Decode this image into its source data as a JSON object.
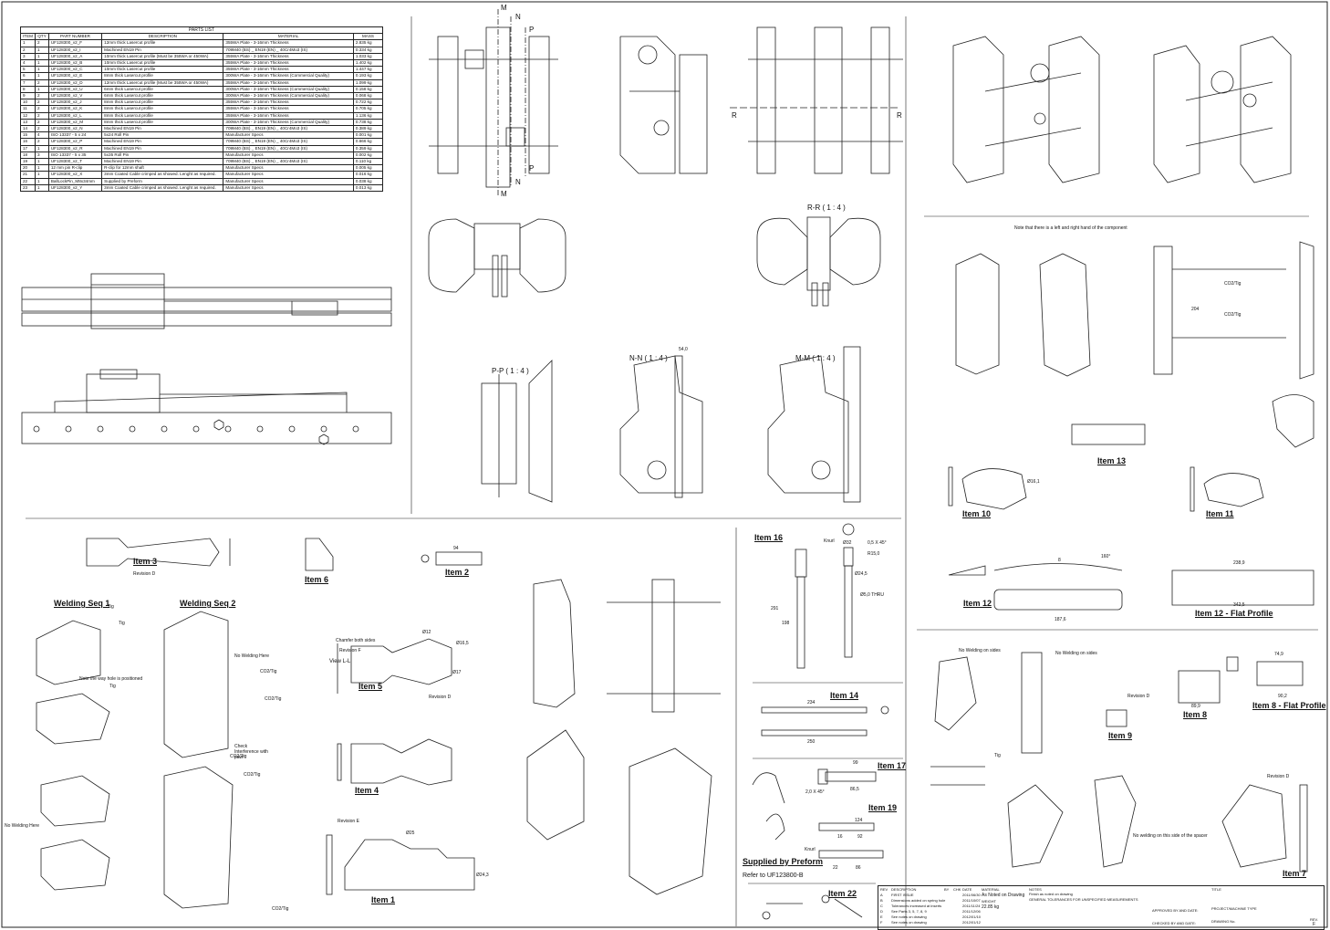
{
  "parts_list": {
    "title": "PARTS LIST",
    "headers": [
      "ITEM",
      "QTY",
      "PART NUMBER",
      "DESCRIPTION",
      "MATERIAL",
      "MASS"
    ],
    "rows": [
      [
        "1",
        "2",
        "UF128300_v2_F",
        "12mm thick Lasercut profile",
        "355WA Plate - 3-16mm Thickness",
        "2.835 kg"
      ],
      [
        "2",
        "1",
        "UF128300_v2_I",
        "Machined EN19 Pin",
        "709M40 (BS) _ EN19 (EN) _ 40Cr4Mo3 (IS)",
        "0.334 kg"
      ],
      [
        "3",
        "1",
        "UF128300_v2_A",
        "10mm thick Lasercut profile (Must be 355WA or 450WA)",
        "355WA Plate - 3-16mm Thickness",
        "1.033 kg"
      ],
      [
        "4",
        "1",
        "UF128300_v2_B",
        "10mm thick Lasercut profile",
        "355WA Plate - 3-16mm Thickness",
        "1.402 kg"
      ],
      [
        "5",
        "1",
        "UF128300_v2_C",
        "10mm thick Lasercut profile",
        "355WA Plate - 3-16mm Thickness",
        "1.447 kg"
      ],
      [
        "6",
        "1",
        "UF128300_v2_E",
        "8mm thick Lasercut profile",
        "300WA Plate - 3-16mm Thickness (Commercial Quality)",
        "0.193 kg"
      ],
      [
        "7",
        "2",
        "UF128300_v2_D",
        "12mm thick Lasercut profile (Must be 355WA or 450WA)",
        "355WA Plate - 3-16mm Thickness",
        "1.099 kg"
      ],
      [
        "8",
        "1",
        "UF128300_v2_U",
        "6mm thick Lasercut profile",
        "300WA Plate - 3-16mm Thickness (Commercial Quality)",
        "0.158 kg"
      ],
      [
        "9",
        "2",
        "UF128300_v2_V",
        "6mm thick Lasercut profile",
        "300WA Plate - 3-16mm Thickness (Commercial Quality)",
        "0.068 kg"
      ],
      [
        "10",
        "2",
        "UF128300_v2_J",
        "8mm thick Lasercut profile",
        "355WA Plate - 3-16mm Thickness",
        "0.722 kg"
      ],
      [
        "11",
        "2",
        "UF128300_v2_K",
        "8mm thick Lasercut profile",
        "355WA Plate - 3-16mm Thickness",
        "0.705 kg"
      ],
      [
        "12",
        "2",
        "UF128300_v2_L",
        "8mm thick Lasercut profile",
        "355WA Plate - 3-16mm Thickness",
        "1.136 kg"
      ],
      [
        "13",
        "2",
        "UF128300_v2_M",
        "8mm thick Lasercut profile",
        "300WA Plate - 3-16mm Thickness (Commercial Quality)",
        "0.738 kg"
      ],
      [
        "14",
        "2",
        "UF128300_v2_N",
        "Machined EN19 Pin",
        "709M40 (BS) _ EN19 (EN) _ 40Cr4Mo3 (IS)",
        "0.389 kg"
      ],
      [
        "15",
        "4",
        "ISO 13337 - 5 x 24",
        "5x24 Roll Pin",
        "Manufacturer Specs",
        "0.001 kg"
      ],
      [
        "16",
        "2",
        "UF128300_v2_P",
        "Machined EN19 Pin",
        "709M40 (BS) _ EN19 (EN) _ 40Cr4Mo3 (IS)",
        "0.666 kg"
      ],
      [
        "17",
        "1",
        "UF128300_v2_R",
        "Machined EN19 Pin",
        "709M40 (BS) _ EN19 (EN) _ 40Cr4Mo3 (IS)",
        "0.359 kg"
      ],
      [
        "18",
        "3",
        "ISO 13337 - 5 x 35",
        "5x35 Roll Pin",
        "Manufacturer Specs",
        "0.002 kg"
      ],
      [
        "19",
        "1",
        "UF128300_v2_T",
        "Machined EN19 Pin",
        "709M40 (BS) _ EN19 (EN) _ 40Cr4Mo3 (IS)",
        "0.110 kg"
      ],
      [
        "20",
        "1",
        "12 mm pin R-clip",
        "R-clip for 12mm shaft",
        "Manufacturer Specs",
        "0.005 kg"
      ],
      [
        "21",
        "1",
        "UF128300_v2_X",
        "3mm Coated Cable crimped as showed. Lenght as required.",
        "Manufacturer Specs",
        "0.016 kg"
      ],
      [
        "22",
        "1",
        "BallLockPin_M8x34mm",
        "Supplied by Preform",
        "Manufacturer Specs",
        "0.038 kg"
      ],
      [
        "23",
        "1",
        "UF128300_v2_Y",
        "3mm Coated Cable crimped as showed. Lenght as required.",
        "Manufacturer Specs",
        "0.013 kg"
      ]
    ]
  },
  "section_labels": {
    "pp": "P-P ( 1 : 4 )",
    "nn": "N-N ( 1 : 4 )",
    "mm": "M-M ( 1 : 4 )",
    "rr": "R-R ( 1 : 4 )",
    "m": "M",
    "n": "N",
    "p": "P",
    "r": "R"
  },
  "item_labels": {
    "item1": "Item 1",
    "item2": "Item 2",
    "item3": "Item 3",
    "item4": "Item 4",
    "item5": "Item 5",
    "item6": "Item 6",
    "item7": "Item 7",
    "item8": "Item 8",
    "item8fp": "Item 8 - Flat Profile",
    "item9": "Item 9",
    "item10": "Item 10",
    "item11": "Item 11",
    "item12": "Item 12",
    "item12fp": "Item 12 - Flat Profile",
    "item13": "Item 13",
    "item14": "Item 14",
    "item16": "Item 16",
    "item17": "Item 17",
    "item19": "Item 19",
    "item22": "Item 22",
    "weld1": "Welding Seq 1",
    "weld2": "Welding Seq 2",
    "supplied": "Supplied by Preform",
    "refer": "Refer to UF123800-B",
    "viewll": "View L-L"
  },
  "notes": {
    "left_right": "Note that there is a left and right hand of the component",
    "hole": "Note the way hole is positioned",
    "no_weld_here_1": "No Welding Here",
    "no_weld_here_2": "No Welding Here",
    "check": "Check Interference with paw!",
    "no_weld_sides_1": "No Welding on sides",
    "no_weld_sides_2": "No Welding on sides",
    "no_weld_spacer": "No welding on this side of the spacer",
    "chamfer": "Chamfer both sides",
    "rev_f": "Revision F",
    "rev_d_1": "Revision D",
    "rev_d_2": "Revision D",
    "rev_d_3": "Revision D",
    "rev_d_4": "Revision D",
    "rev_e": "Revision E",
    "tig": "Tig",
    "co2": "CO2/Tig",
    "knurl": "Knurl"
  },
  "dims": {
    "d94": "94",
    "d234": "234",
    "d250": "250",
    "d2389": "238,9",
    "d3425": "342,5",
    "d1876": "187,6",
    "d291": "291",
    "d198": "198",
    "d540": "54,0",
    "d204": "204",
    "d124": "124",
    "d92": "92",
    "d865": "86,5",
    "d99": "99",
    "d16": "16",
    "d22": "22",
    "d86": "86",
    "d899": "89,9",
    "d749": "74,9",
    "d902": "90,2",
    "d160": "160°",
    "phi12": "Ø12",
    "phi165": "Ø16,5",
    "phi17": "Ø17",
    "phi25": "Ø25",
    "phi243": "Ø24,3",
    "phi161": "Ø16,1",
    "phi32": "Ø32",
    "phi245": "Ø24,5",
    "phi50": "Ø5,0 THRU",
    "r150": "R15,0",
    "ch05": "0,5 X 45°",
    "ch20": "2,0 X 45°",
    "d8": "8"
  },
  "title_block": {
    "rev_header": [
      "REV",
      "DESCRIPTION",
      "BY",
      "CHK",
      "DATE"
    ],
    "revisions": [
      [
        "A",
        "FIRST ISSUE",
        "2011/06/30"
      ],
      [
        "B",
        "Dimensions added on spring hole",
        "2011/10/07"
      ],
      [
        "C",
        "Tolerances increased at inserts",
        "2011/11/24"
      ],
      [
        "D",
        "See Parts 3, 5, 7, 8, 9",
        "2011/12/06"
      ],
      [
        "E",
        "See notes on drawing",
        "2012/01/10"
      ],
      [
        "F",
        "See notes on drawing",
        "2012/01/12"
      ]
    ],
    "material_label": "MATERIAL",
    "material_value": "As Noted on Drawing",
    "weight_label": "WEIGHT",
    "weight_value": "22.85 kg",
    "notes_label": "NOTES",
    "finish": "Finish as noted on drawing",
    "tolerances": "GENERAL TOLERANCES FOR UNSPECIFIED MEASUREMENTS",
    "title_label": "TITLE",
    "approved": "APPROVED BY AND DATE:",
    "checked": "CHECKED BY AND DATE:",
    "project": "PROJECT/MACHINE TYPE",
    "drawing_no": "DRAWING No.",
    "rev_label": "REV.",
    "rev_value": "F"
  }
}
